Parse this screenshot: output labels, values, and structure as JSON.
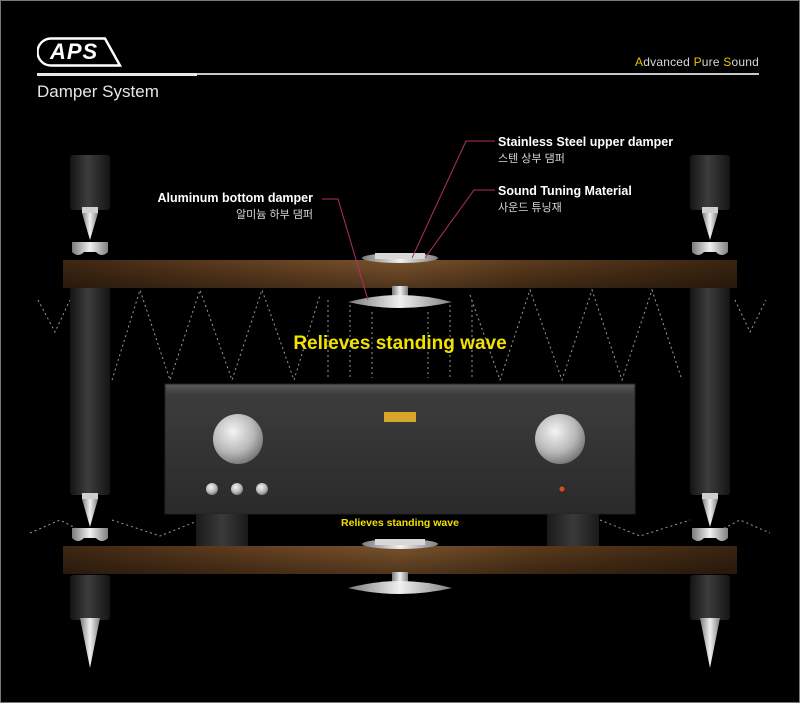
{
  "brand": {
    "logo_text": "APS",
    "tagline_parts": [
      {
        "initial": "A",
        "rest": "dvanced "
      },
      {
        "initial": "P",
        "rest": "ure "
      },
      {
        "initial": "S",
        "rest": "ound"
      }
    ],
    "accent_color": "#e8c400"
  },
  "page_title": "Damper System",
  "callouts": {
    "steel_upper": {
      "label": "Stainless Steel upper damper",
      "label_ko": "스텐 상부 댐퍼"
    },
    "sound_tuning": {
      "label": "Sound Tuning Material",
      "label_ko": "사운드 튜닝재"
    },
    "aluminum_bottom": {
      "label": "Aluminum bottom damper",
      "label_ko": "알미늄 하부 댐퍼"
    }
  },
  "wave_labels": {
    "main": "Relieves standing wave",
    "small": "Relieves standing wave"
  },
  "colors": {
    "background": "#000000",
    "shelf_wood": "#5a3a1e",
    "wave_text": "#f3e100",
    "callout_line": "#b0306a"
  }
}
